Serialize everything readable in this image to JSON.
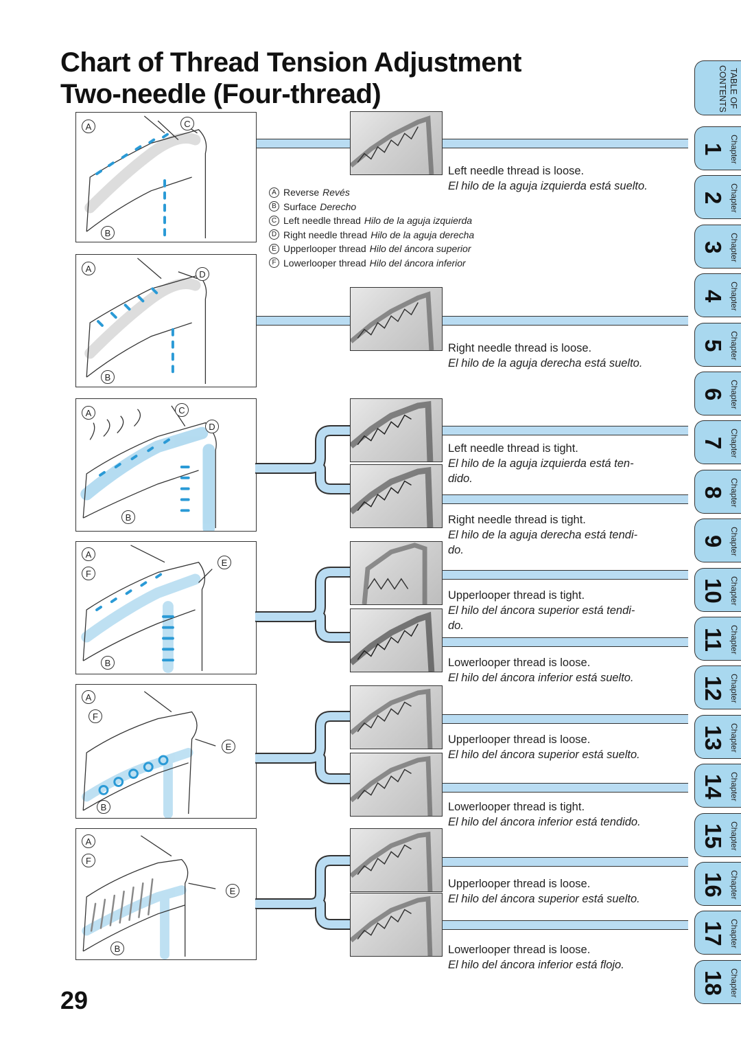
{
  "title": {
    "line1": "Chart of Thread Tension Adjustment",
    "line2": "Two-needle (Four-thread)"
  },
  "page_number": "29",
  "legend": [
    {
      "key": "A",
      "en": "Reverse",
      "es": "Revés"
    },
    {
      "key": "B",
      "en": "Surface",
      "es": "Derecho"
    },
    {
      "key": "C",
      "en": "Left needle thread",
      "es": "Hilo de la aguja izquierda"
    },
    {
      "key": "D",
      "en": "Right needle thread",
      "es": "Hilo de la aguja derecha"
    },
    {
      "key": "E",
      "en": "Upperlooper thread",
      "es": "Hilo del áncora superior"
    },
    {
      "key": "F",
      "en": "Lowerlooper thread",
      "es": "Hilo del áncora inferior"
    }
  ],
  "diagram_labels": {
    "d1": [
      "A",
      "C",
      "B"
    ],
    "d2": [
      "A",
      "D",
      "B"
    ],
    "d3": [
      "A",
      "C",
      "D",
      "B"
    ],
    "d4": [
      "A",
      "E",
      "F",
      "B"
    ],
    "d5": [
      "A",
      "F",
      "E",
      "B"
    ],
    "d6": [
      "A",
      "F",
      "E",
      "B"
    ]
  },
  "captions": [
    {
      "en": "Left needle thread is loose.",
      "es": "El hilo de la aguja izquierda está suelto."
    },
    {
      "en": "Right needle thread is loose.",
      "es": "El hilo de la aguja derecha está suelto."
    },
    {
      "en": "Left needle thread is tight.",
      "es": "El hilo de la aguja izquierda está ten-",
      "es2": "dido."
    },
    {
      "en": "Right needle thread is tight.",
      "es": "El hilo de la aguja derecha está tendi-",
      "es2": "do."
    },
    {
      "en": "Upperlooper thread is tight.",
      "es": "El hilo del áncora superior está tendi-",
      "es2": "do."
    },
    {
      "en": "Lowerlooper thread is loose.",
      "es": "El hilo del áncora inferior está suelto."
    },
    {
      "en": "Upperlooper thread is loose.",
      "es": "El hilo del áncora superior está suelto."
    },
    {
      "en": "Lowerlooper thread is tight.",
      "es": "El hilo del áncora inferior está tendido."
    },
    {
      "en": "Upperlooper thread is loose.",
      "es": "El hilo del áncora superior está suelto."
    },
    {
      "en": "Lowerlooper thread is loose.",
      "es": "El hilo del áncora inferior está flojo."
    }
  ],
  "tabs": {
    "toc_line1": "TABLE OF",
    "toc_line2": "CONTENTS",
    "chapter_word": "Chapter",
    "chapters": [
      "1",
      "2",
      "3",
      "4",
      "5",
      "6",
      "7",
      "8",
      "9",
      "10",
      "11",
      "12",
      "13",
      "14",
      "15",
      "16",
      "17",
      "18"
    ]
  },
  "colors": {
    "accent_blue": "#b9dcf2",
    "tab_blue": "#a9d8ef",
    "thread_blue": "#2a9ad6"
  }
}
